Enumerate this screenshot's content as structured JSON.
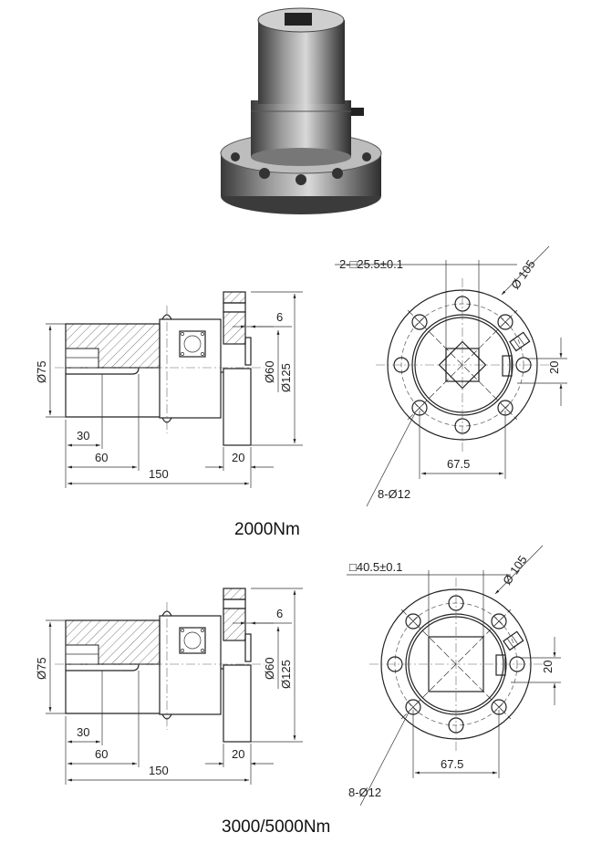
{
  "drawings": [
    {
      "caption": "2000Nm",
      "side": {
        "d_body": "Ø75",
        "d_inner": "Ø60",
        "d_flange": "Ø125",
        "flange_step": "6",
        "len_30": "30",
        "len_60": "60",
        "len_150": "150",
        "flange_w": "20"
      },
      "front": {
        "square": "2-□25.5±0.1",
        "d_pcd": "Ø 105",
        "key_w": "20",
        "hole_span": "67.5",
        "holes": "8-Ø12"
      }
    },
    {
      "caption": "3000/5000Nm",
      "side": {
        "d_body": "Ø75",
        "d_inner": "Ø60",
        "d_flange": "Ø125",
        "flange_step": "6",
        "len_30": "30",
        "len_60": "60",
        "len_150": "150",
        "flange_w": "20"
      },
      "front": {
        "square": "□40.5±0.1",
        "d_pcd": "Ø 105",
        "key_w": "20",
        "hole_span": "67.5",
        "holes": "8-Ø12"
      }
    }
  ]
}
